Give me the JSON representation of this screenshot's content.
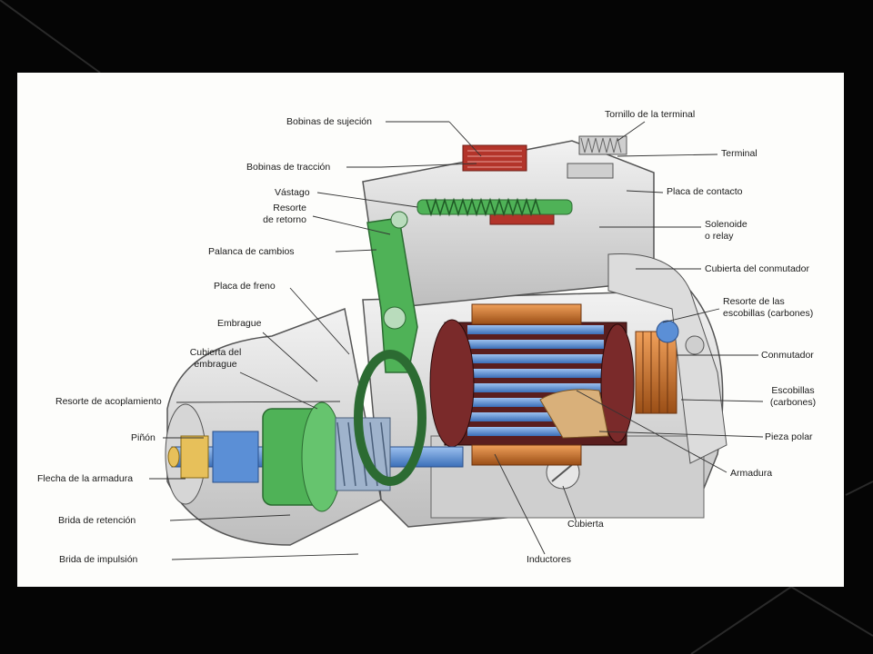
{
  "labels": {
    "bobinas_sujecion": "Bobinas de sujeción",
    "bobinas_traccion": "Bobinas de tracción",
    "vastago": "Vástago",
    "resorte_retorno_1": "Resorte",
    "resorte_retorno_2": "de retorno",
    "palanca_cambios": "Palanca de cambios",
    "placa_freno": "Placa de freno",
    "embrague": "Embrague",
    "cubierta_embrague_1": "Cubierta del",
    "cubierta_embrague_2": "embrague",
    "resorte_acoplamiento": "Resorte de acoplamiento",
    "pinon": "Piñón",
    "flecha_armadura": "Flecha de la armadura",
    "brida_retencion": "Brida de retención",
    "brida_impulsion": "Brida de impulsión",
    "tornillo_terminal": "Tornillo de la terminal",
    "terminal": "Terminal",
    "placa_contacto": "Placa de contacto",
    "solenoide_1": "Solenoide",
    "solenoide_2": "o relay",
    "cubierta_conmutador": "Cubierta del conmutador",
    "resorte_escobillas_1": "Resorte de las",
    "resorte_escobillas_2": "escobillas (carbones)",
    "conmutador": "Conmutador",
    "escobillas_1": "Escobillas",
    "escobillas_2": "(carbones)",
    "pieza_polar": "Pieza polar",
    "armadura": "Armadura",
    "cubierta": "Cubierta",
    "inductores": "Inductores"
  },
  "colors": {
    "frame_bg": "#fdfdfb",
    "housing": "#e3e3e3",
    "green": "#4fb257",
    "copper": "#c8702a",
    "blue": "#5b8fd6",
    "red_coil": "#c0392b",
    "leader": "#333333"
  }
}
